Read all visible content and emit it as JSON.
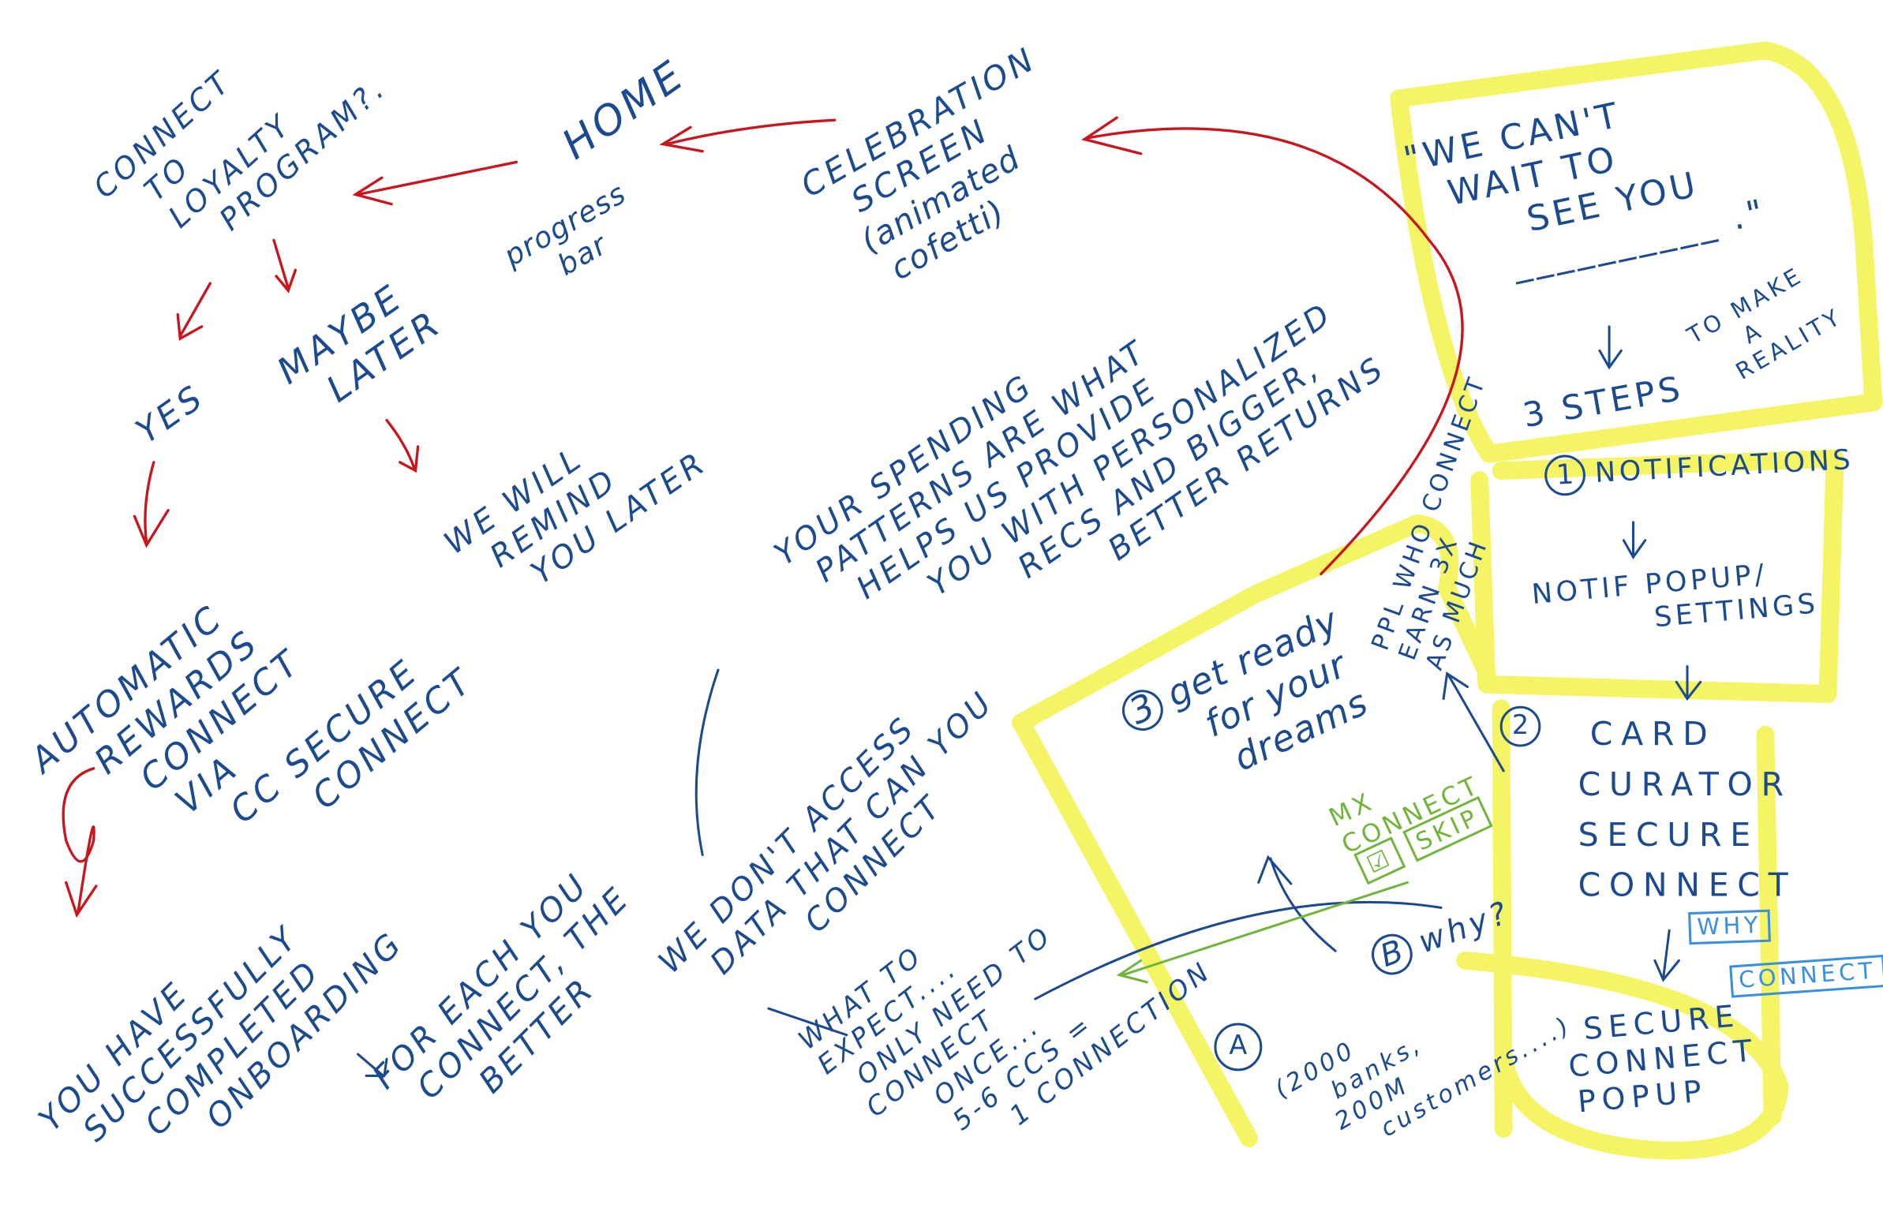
{
  "colors": {
    "ink": "#1b4a8f",
    "red": "#c8161d",
    "highlight": "#f2f34a",
    "green": "#72b53c",
    "light_blue": "#3a8fde"
  },
  "notes": {
    "loyalty": [
      "CONNECT",
      "TO",
      "LOYALTY",
      "PROGRAM?."
    ],
    "home": "HOME",
    "progress": [
      "progress",
      "bar"
    ],
    "celebration": [
      "CELEBRATION",
      "SCREEN",
      "(animated",
      "cofetti)"
    ],
    "yes": "YES",
    "maybe_later": [
      "MAYBE",
      "LATER"
    ],
    "remind": [
      "WE WILL",
      "REMIND",
      "YOU LATER"
    ],
    "automatic": [
      "AUTOMATIC",
      "REWARDS",
      "CONNECT",
      "VIA",
      "CC SECURE",
      "CONNECT"
    ],
    "completed": [
      "YOU HAVE",
      "SUCCESSFULLY",
      "COMPLETED",
      "ONBOARDING"
    ],
    "for_each": [
      "FOR EACH YOU",
      "CONNECT, THE",
      "BETTER"
    ],
    "spending": [
      "YOUR SPENDING",
      "PATTERNS ARE WHAT",
      "HELPS US PROVIDE",
      "YOU WITH PERSONALIZED",
      "RECS AND BIGGER,",
      "BETTER RETURNS"
    ],
    "dont_access": [
      "WE DON'T ACCESS",
      "DATA THAT CAN YOU",
      "CONNECT"
    ],
    "expect": [
      "WHAT TO",
      "EXPECT....",
      "ONLY NEED TO",
      "CONNECT",
      "ONCE...",
      "5-6 CCS =",
      "1 CONNECTION"
    ],
    "quote": [
      "\"WE CAN'T",
      "WAIT TO",
      "SEE YOU",
      "__________ .\""
    ],
    "three_steps": "3 STEPS",
    "to_make": [
      "TO MAKE",
      "A",
      "REALITY"
    ],
    "step1_num": "1",
    "step1": "NOTIFICATIONS",
    "notif_popup": [
      "NOTIF POPUP/",
      "SETTINGS"
    ],
    "step2_num": "2",
    "card_curator": [
      "CARD",
      "CURATOR",
      "SECURE",
      "CONNECT"
    ],
    "why_button": "WHY",
    "connect_button": "CONNECT",
    "secure_popup": [
      "SECURE",
      "CONNECT",
      "POPUP"
    ],
    "step3_num": "3",
    "get_ready": [
      "get ready",
      "for your",
      "dreams"
    ],
    "ppl": [
      "PPL WHO CONNECT",
      "EARN 3X",
      "AS MUCH"
    ],
    "mx": [
      "MX",
      "CONNECT"
    ],
    "mx_check": "☑",
    "mx_skip": "SKIP",
    "b_num": "B",
    "b_why": "why?",
    "a_num": "A",
    "a_text": [
      "(2000",
      "banks,",
      "200M",
      "customers....)"
    ]
  }
}
